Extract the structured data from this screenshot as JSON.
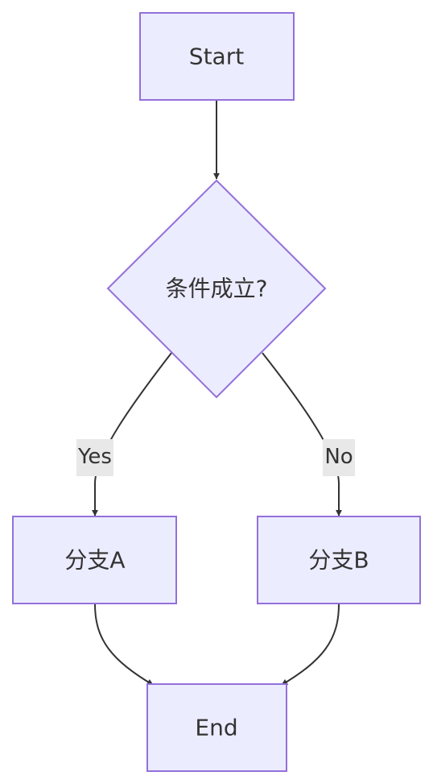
{
  "nodes": {
    "start": {
      "label": "Start"
    },
    "decision": {
      "label": "条件成立?"
    },
    "branch_a": {
      "label": "分支A"
    },
    "branch_b": {
      "label": "分支B"
    },
    "end": {
      "label": "End"
    }
  },
  "edges": {
    "yes": {
      "label": "Yes"
    },
    "no": {
      "label": "No"
    }
  },
  "colors": {
    "node_fill": "#ececff",
    "node_stroke": "#9370db",
    "edge_stroke": "#333333",
    "label_bg": "#e8e8e8",
    "text": "#333333"
  }
}
